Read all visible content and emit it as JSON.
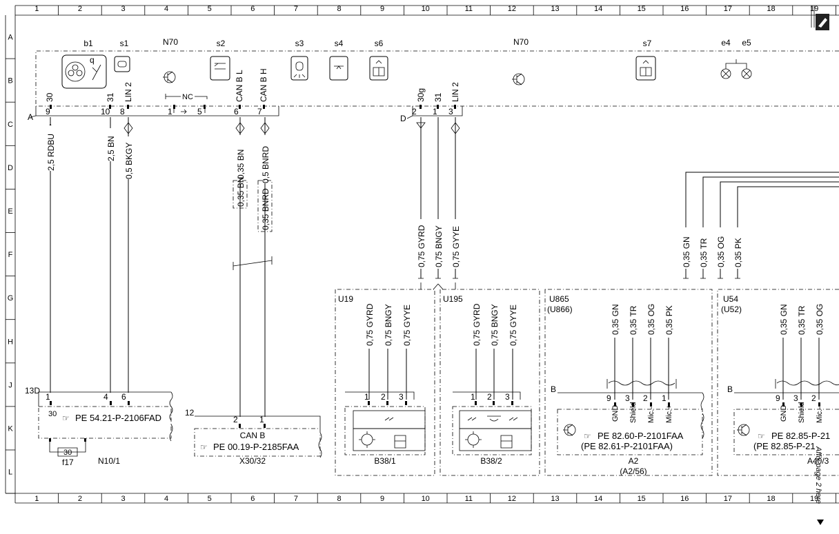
{
  "grid": {
    "columns": [
      "1",
      "2",
      "3",
      "4",
      "5",
      "6",
      "7",
      "8",
      "9",
      "10",
      "11",
      "12",
      "13",
      "14",
      "15",
      "16",
      "17",
      "18",
      "19"
    ],
    "rows": [
      "A",
      "B",
      "C",
      "D",
      "E",
      "F",
      "G",
      "H",
      "J",
      "K",
      "L"
    ]
  },
  "components_top": [
    {
      "id": "b1",
      "label": "b1"
    },
    {
      "id": "s1",
      "label": "s1"
    },
    {
      "id": "n70a",
      "label": "N70"
    },
    {
      "id": "s2",
      "label": "s2"
    },
    {
      "id": "s3",
      "label": "s3"
    },
    {
      "id": "s4",
      "label": "s4"
    },
    {
      "id": "s6",
      "label": "s6"
    },
    {
      "id": "n70b",
      "label": "N70"
    },
    {
      "id": "s7",
      "label": "s7"
    },
    {
      "id": "e4",
      "label": "e4"
    },
    {
      "id": "e5",
      "label": "e5"
    }
  ],
  "b1_symbol_text": "q",
  "connector_a": {
    "name": "A",
    "nc_label": "NC",
    "pins": [
      "9",
      "10",
      "8",
      "1",
      "5",
      "6",
      "7"
    ],
    "terminals": [
      "30",
      "31",
      "LIN 2",
      "CAN B L",
      "CAN B H"
    ]
  },
  "connector_d": {
    "name": "D",
    "pins": [
      "2",
      "1",
      "3"
    ],
    "terminals": [
      "30g",
      "31",
      "LIN 2"
    ]
  },
  "wires": [
    {
      "id": "w1",
      "label": "2,5 RDBU"
    },
    {
      "id": "w2",
      "label": "2,5 BN"
    },
    {
      "id": "w3",
      "label": "0,5 BKGY"
    },
    {
      "id": "w4",
      "label": "0,35 BN"
    },
    {
      "id": "w5",
      "label": "0,5 BNRD"
    },
    {
      "id": "w6",
      "label": "0,35 BN"
    },
    {
      "id": "w7",
      "label": "0,35 BNRD"
    },
    {
      "id": "w8",
      "label": "0,75 GYRD"
    },
    {
      "id": "w9",
      "label": "0,75 BNGY"
    },
    {
      "id": "w10",
      "label": "0,75 GYYE"
    },
    {
      "id": "w11",
      "label": "0,35 GN"
    },
    {
      "id": "w12",
      "label": "0,35 TR"
    },
    {
      "id": "w13",
      "label": "0,35 OG"
    },
    {
      "id": "w14",
      "label": "0,35 PK"
    }
  ],
  "n10": {
    "connector": "13D",
    "pins": [
      "1",
      "4",
      "6"
    ],
    "terminal": "30",
    "ref": "PE 54.21-P-2106FAD",
    "fuse_label": "30",
    "fuse": "f17",
    "name": "N10/1"
  },
  "x30": {
    "connector": "12",
    "pins": [
      "2",
      "1"
    ],
    "inner_label": "CAN B",
    "ref": "PE 00.19-P-2185FAA",
    "name": "X30/32"
  },
  "u19": {
    "code": "U19",
    "wires": [
      "0,75 GYRD",
      "0,75 BNGY",
      "0,75 GYYE"
    ],
    "pins": [
      "1",
      "2",
      "3"
    ],
    "name": "B38/1"
  },
  "u195": {
    "code": "U195",
    "wires": [
      "0,75 GYRD",
      "0,75 BNGY",
      "0,75 GYYE"
    ],
    "pins": [
      "1",
      "2",
      "3"
    ],
    "name": "B38/2"
  },
  "u865": {
    "code": "U865",
    "code_alt": "(U866)",
    "wires": [
      "0,35 GN",
      "0,35 TR",
      "0,35 OG",
      "0,35 PK"
    ],
    "connector": "B",
    "pins": [
      "9",
      "3",
      "2",
      "1"
    ],
    "terminals": [
      "GND",
      "Shield",
      "Mic.-",
      "Mic.+"
    ],
    "ref1": "PE 82.60-P-2101FAA",
    "ref2": "(PE 82.61-P-2101FAA)",
    "name": "A2",
    "name_alt": "(A2/56)"
  },
  "u54": {
    "code": "U54",
    "code_alt": "(U52)",
    "wires": [
      "0,35 GN",
      "0,35 TR",
      "0,35 OG"
    ],
    "connector": "B",
    "pins": [
      "9",
      "3",
      "2"
    ],
    "terminals": [
      "GND",
      "Shield",
      "Mic.-"
    ],
    "ref1": "PE 82.85-P-21",
    "ref2": "(PE 82.85-P-21",
    "name": "A40/3"
  },
  "page_note": "Affix page 2 here"
}
